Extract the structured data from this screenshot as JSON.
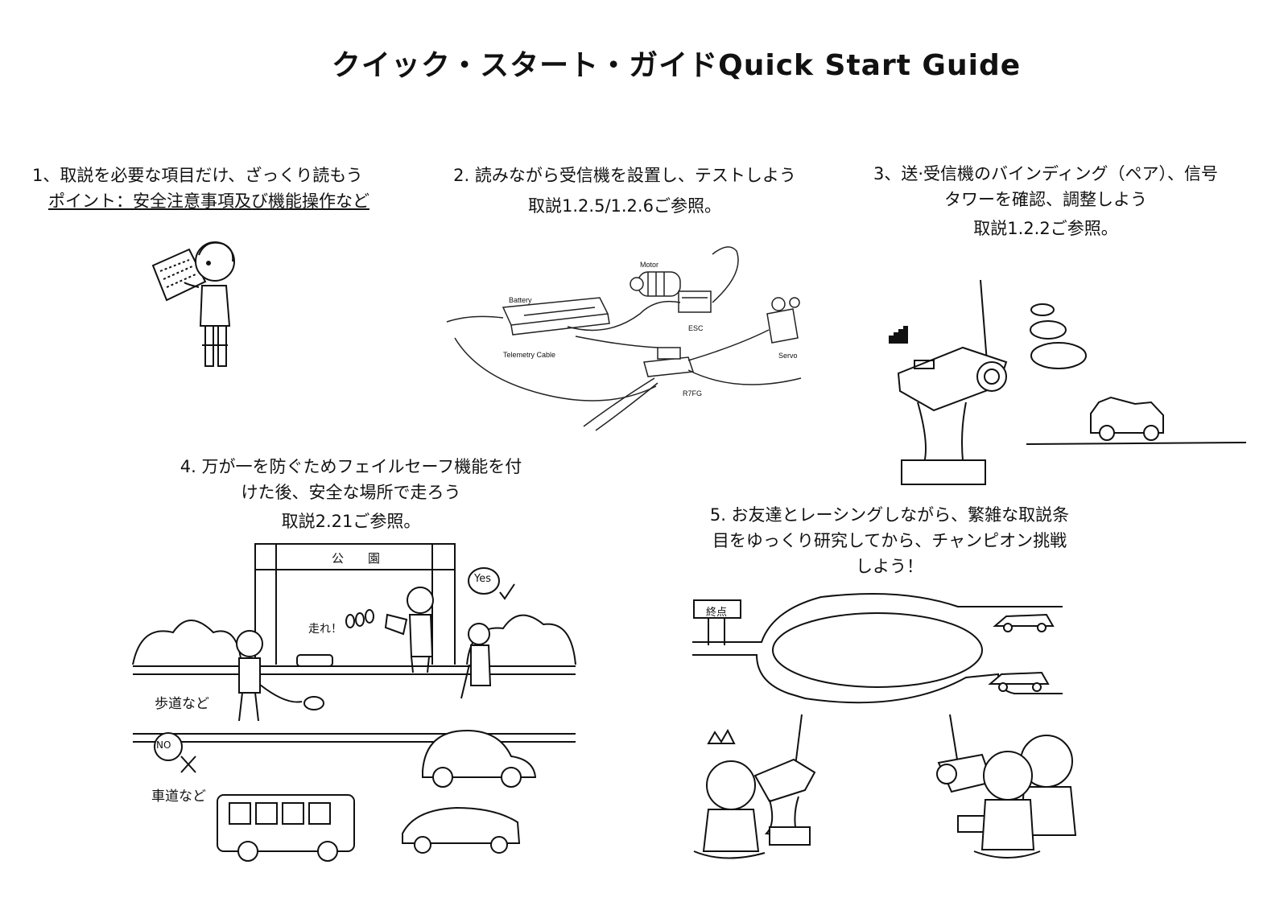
{
  "title": "クイック・スタート・ガイドQuick Start Guide",
  "steps": [
    {
      "line1": "1、取説を必要な項目だけ、ざっくり読もう",
      "line2": "ポイント：安全注意事項及び機能操作など"
    },
    {
      "line1": "2. 読みながら受信機を設置し、テストしよう",
      "line2": "取説1.2.5/1.2.6ご参照。"
    },
    {
      "line1": "3、送·受信機のバインディング（ペア）、信号",
      "line2": "タワーを確認、調整しよう",
      "line3": "取説1.2.2ご参照。"
    },
    {
      "line1": "4. 万が一を防ぐためフェイルセーフ機能を付",
      "line2": "けた後、安全な場所で走ろう",
      "line3": "取説2.21ご参照。"
    },
    {
      "line1": "5. お友達とレーシングしながら、繁雑な取説条",
      "line2": "目をゆっくり研究してから、チャンピオン挑戦",
      "line3": "しよう！"
    }
  ],
  "wiring_labels": {
    "motor": "Motor",
    "battery": "Battery",
    "esc": "ESC",
    "telemetry": "Telemetry Cable",
    "servo": "Servo",
    "receiver": "R7FG"
  },
  "park_scene": {
    "park_sign": "公　　園",
    "sidewalk": "歩道など",
    "roadway": "車道など",
    "shout": "走れ！",
    "yes": "Yes",
    "no": "NO"
  },
  "race_scene": {
    "finish_sign": "終点"
  },
  "icons": [
    "signal-tower-icon",
    "transmitter-illustration",
    "car-illustration",
    "child-illustration"
  ]
}
